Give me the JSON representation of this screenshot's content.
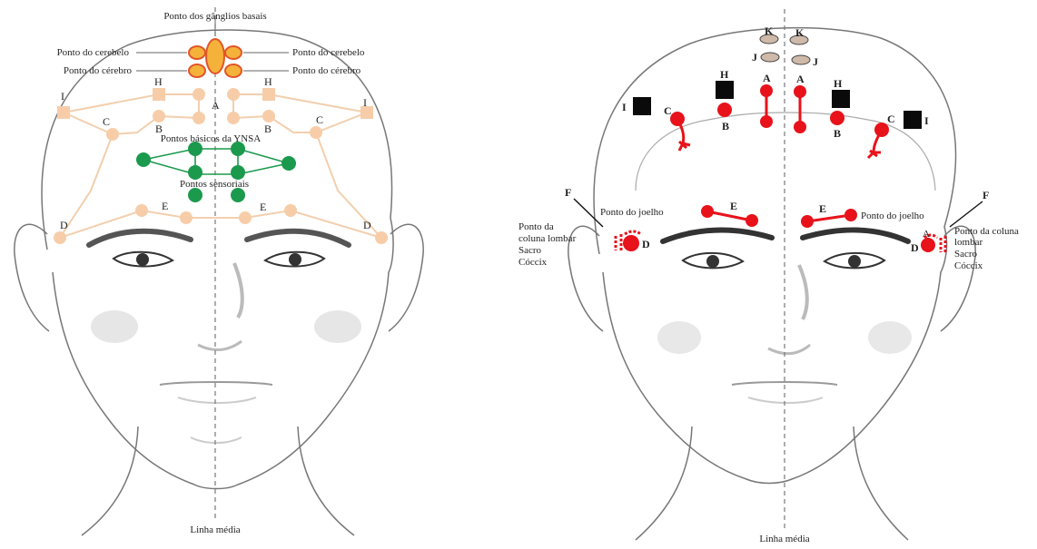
{
  "left_panel": {
    "basal_ganglia": "Ponto dos gânglios basais",
    "cerebellum_left": "Ponto do cerebelo",
    "cerebellum_right": "Ponto do cerebelo",
    "cerebrum_left": "Ponto do cérebro",
    "cerebrum_right": "Ponto do cérebro",
    "basic_points": "Pontos básicos da YNSA",
    "sensory_points": "Pontos sensoriais",
    "midline": "Linha média",
    "letters": {
      "A": "A",
      "B_left": "B",
      "B_right": "B",
      "C_left": "C",
      "C_right": "C",
      "D_left": "D",
      "D_right": "D",
      "E_left": "E",
      "E_right": "E",
      "H_left": "H",
      "H_right": "H",
      "I_left": "I",
      "I_right": "I"
    }
  },
  "right_panel": {
    "knee_left": "Ponto do joelho",
    "knee_right": "Ponto do joelho",
    "spine_left_1": "Ponto da",
    "spine_left_2": "coluna lombar",
    "spine_left_3": "Sacro",
    "spine_left_4": "Cóccix",
    "spine_right_1": "Ponto da coluna",
    "spine_right_2": "lombar",
    "spine_right_3": "Sacro",
    "spine_right_4": "Cóccix",
    "midline": "Linha média",
    "letters": {
      "K_left": "K",
      "K_right": "K",
      "J_left": "J",
      "J_right": "J",
      "A_left": "A",
      "A_right": "A",
      "A_small": "A",
      "H_left": "H",
      "H_right": "H",
      "I_left": "I",
      "I_right": "I",
      "C_left": "C",
      "C_right": "C",
      "B_left": "B",
      "B_right": "B",
      "E_left": "E",
      "E_right": "E",
      "F_left": "F",
      "F_right": "F",
      "D_left": "D",
      "D_right": "D"
    }
  },
  "colors": {
    "peach": "#f7cda9",
    "green": "#1b9a4d",
    "orange_fill": "#f4b23a",
    "orange_stroke": "#e2552a",
    "red": "#e8121b",
    "square_black": "#0a0a0a",
    "ellipse_tan": "#cfb9a8"
  },
  "icons": {
    "face_left": "face-outline",
    "face_right": "face-outline"
  }
}
